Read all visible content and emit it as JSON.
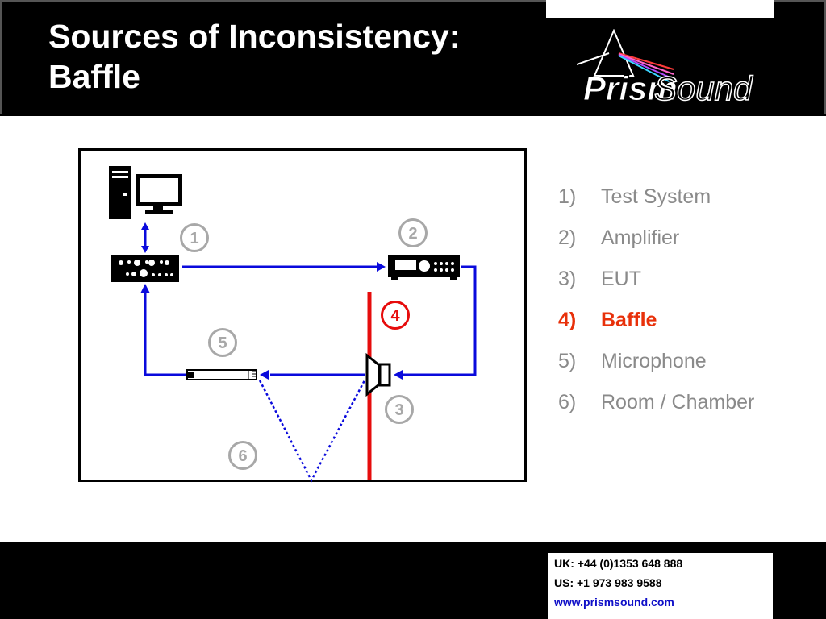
{
  "slide": {
    "title": "Sources of Inconsistency:\nBaffle"
  },
  "logo": {
    "text_prism": "Prism",
    "text_sound": "Sound"
  },
  "legend": {
    "items": [
      {
        "num": "1)",
        "label": "Test System"
      },
      {
        "num": "2)",
        "label": "Amplifier"
      },
      {
        "num": "3)",
        "label": "EUT"
      },
      {
        "num": "4)",
        "label": "Baffle"
      },
      {
        "num": "5)",
        "label": "Microphone"
      },
      {
        "num": "6)",
        "label": "Room / Chamber"
      }
    ],
    "highlighted_index": 3
  },
  "diagram": {
    "markers": [
      "1",
      "2",
      "3",
      "4",
      "5",
      "6"
    ]
  },
  "contact": {
    "uk": "UK: +44 (0)1353 648 888",
    "us": "US: +1 973 983 9588",
    "web": "www.prismsound.com"
  },
  "colors": {
    "signal_line": "#0a0adc",
    "baffle": "#e60c0c",
    "highlight_text": "#e8300a",
    "legend_text": "#8a8a8a",
    "marker_gray": "#a8a8a8"
  }
}
